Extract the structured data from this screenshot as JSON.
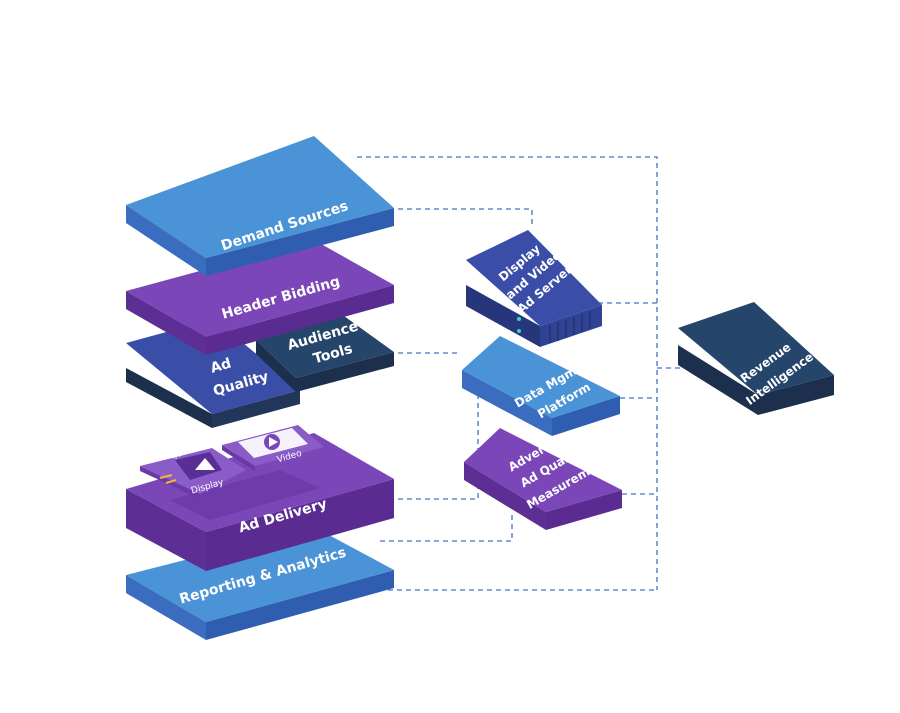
{
  "colors": {
    "blue_top": "#4a93d6",
    "blue_side": "#3a6cc0",
    "purple_top": "#7b46b8",
    "purple_side": "#5d2f95",
    "navy_top": "#26456b",
    "navy_side": "#1c2f4d",
    "indigo_top": "#3a4ea8",
    "indigo_side": "#2a3678",
    "connector": "#3b76c4"
  },
  "stack": {
    "demand_sources": "Demand Sources",
    "header_bidding": "Header Bidding",
    "ad_quality": [
      "Ad",
      "Quality"
    ],
    "audience_tools": [
      "Audience",
      "Tools"
    ],
    "ad_delivery": "Ad Delivery",
    "display_card": "Display",
    "video_card": "Video",
    "reporting": "Reporting & Analytics"
  },
  "right": {
    "ad_servers": [
      "Display",
      "and Video",
      "Ad Servers"
    ],
    "data_platform": [
      "Data Mgmt.",
      "Platform"
    ],
    "advertiser_quality": [
      "Advertiser",
      "Ad Quality",
      "Measurement"
    ],
    "revenue": [
      "Revenue",
      "Intelligence"
    ]
  },
  "display_code_glyph": "</>"
}
